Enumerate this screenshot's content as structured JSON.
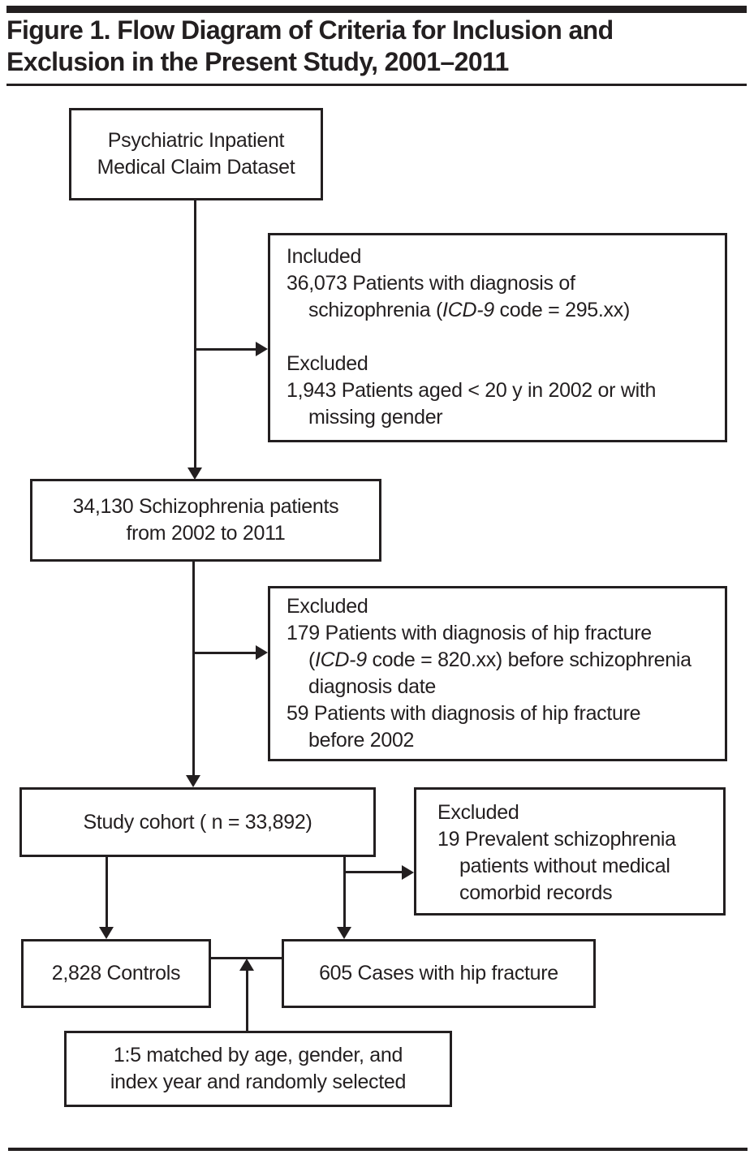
{
  "title": {
    "line1": "Figure 1. Flow Diagram of Criteria for Inclusion and",
    "line2": "Exclusion in the Present Study, 2001–2011"
  },
  "colors": {
    "ink": "#231f20",
    "background": "#ffffff"
  },
  "boxes": {
    "dataset": {
      "line1": "Psychiatric Inpatient",
      "line2": "Medical Claim Dataset"
    },
    "first_selection": {
      "included_label": "Included",
      "included_line1": "36,073 Patients with diagnosis of",
      "included_line2_pre": "schizophrenia (",
      "included_line2_italic": "ICD-9",
      "included_line2_post": " code = 295.xx)",
      "excluded_label": "Excluded",
      "excluded_line1": "1,943 Patients aged < 20 y in 2002 or with",
      "excluded_line2": "missing gender"
    },
    "schizophrenia_patients": {
      "line1": "34,130 Schizophrenia patients",
      "line2": "from 2002 to 2011"
    },
    "hip_fracture_exclusion": {
      "excluded_label": "Excluded",
      "item1_line1": "179 Patients with diagnosis of hip fracture",
      "item1_line2_pre": "(",
      "item1_line2_italic": "ICD-9",
      "item1_line2_post": " code = 820.xx) before schizophrenia",
      "item1_line3": "diagnosis date",
      "item2_line1": "59 Patients with diagnosis of hip fracture",
      "item2_line2": "before 2002"
    },
    "study_cohort": {
      "line1": "Study cohort ( n = 33,892)"
    },
    "comorbid_exclusion": {
      "excluded_label": "Excluded",
      "item_line1": "19 Prevalent schizophrenia",
      "item_line2": "patients without medical",
      "item_line3": "comorbid records"
    },
    "controls": {
      "line1": "2,828 Controls"
    },
    "cases": {
      "line1": "605 Cases with hip fracture"
    },
    "matching": {
      "line1": "1:5 matched by age, gender, and",
      "line2": "index year and randomly selected"
    }
  }
}
